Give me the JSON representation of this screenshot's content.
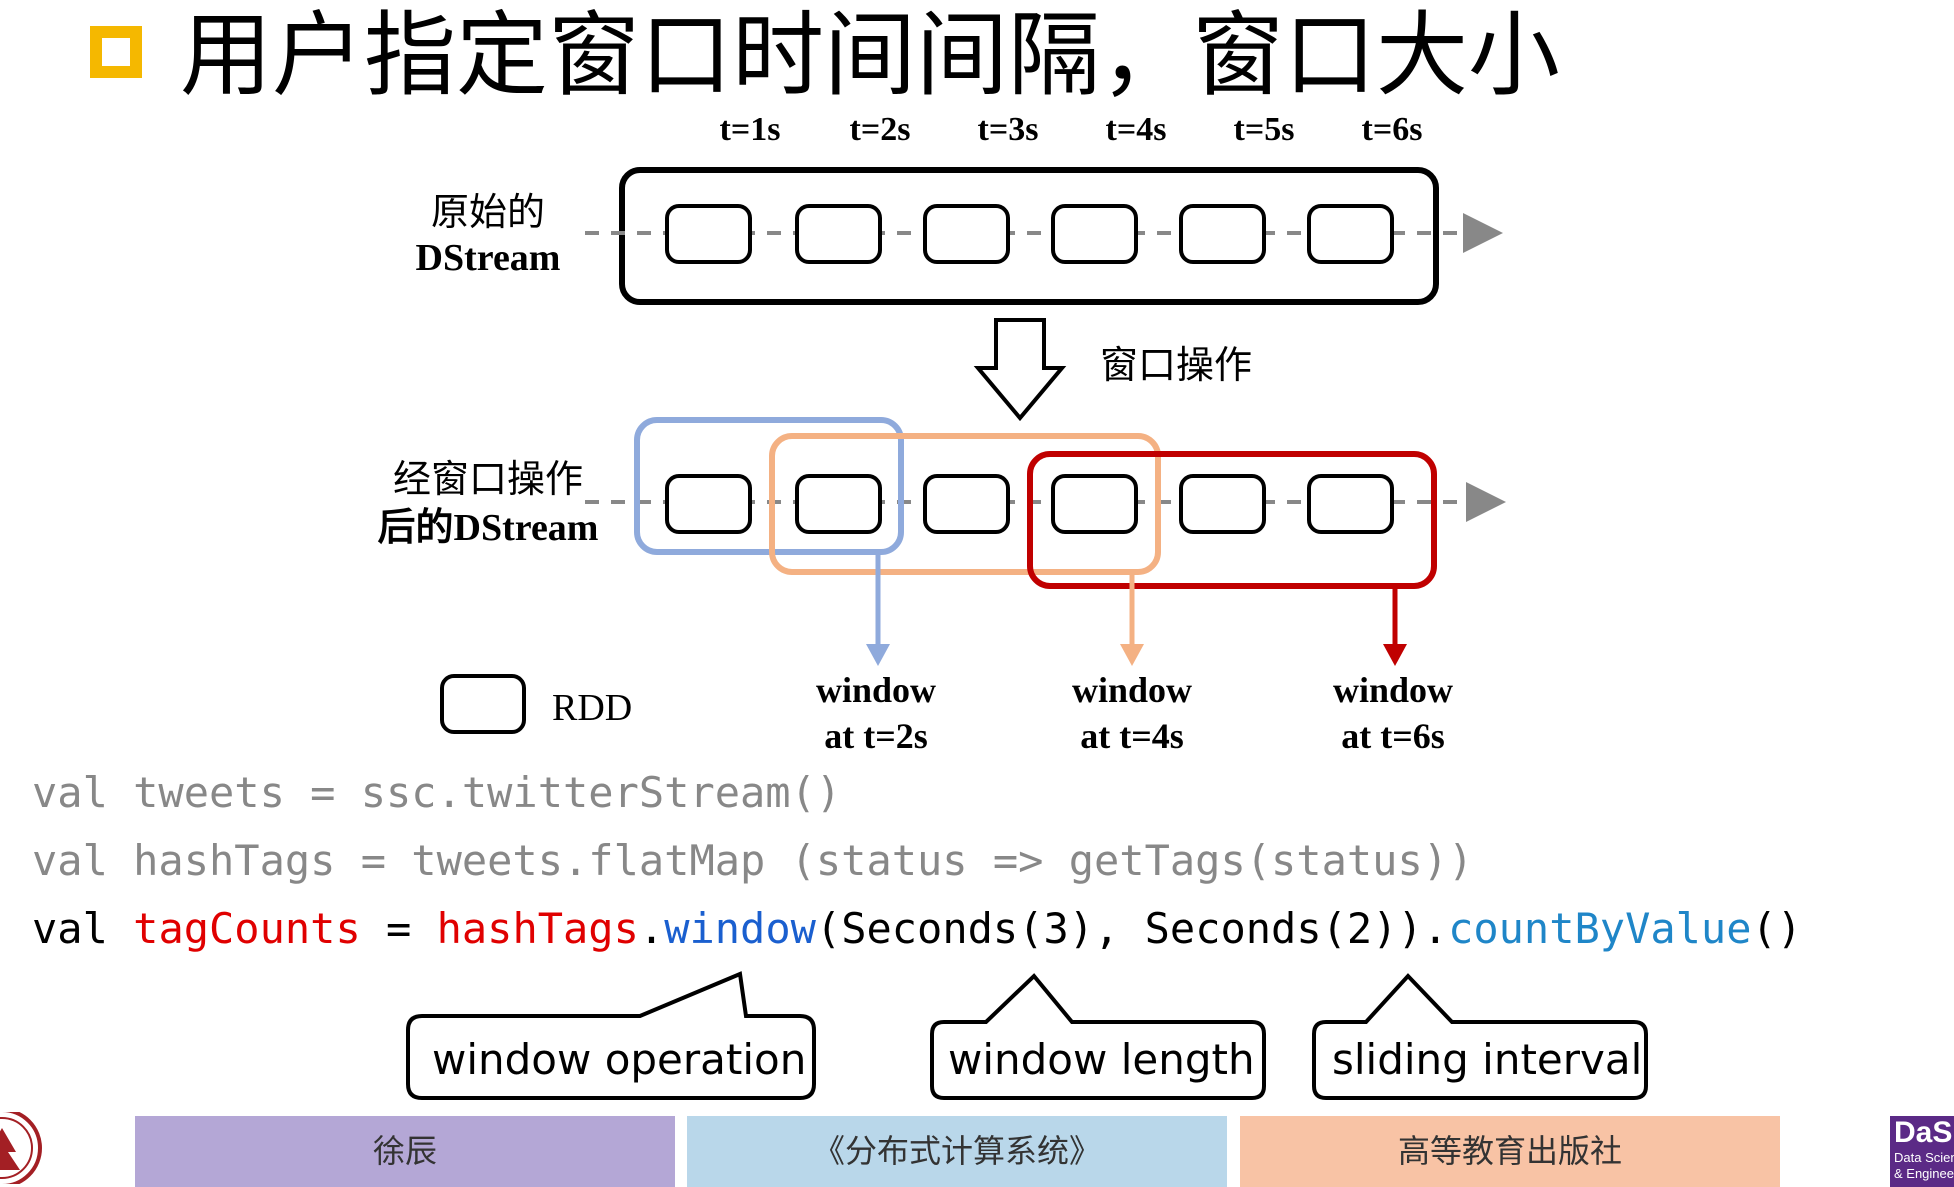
{
  "title": "用户指定窗口时间间隔，窗口大小",
  "diagram": {
    "time_labels": [
      "t=1s",
      "t=2s",
      "t=3s",
      "t=4s",
      "t=5s",
      "t=6s"
    ],
    "original_label_line1": "原始的",
    "original_label_line2": "DStream",
    "operation_label": "窗口操作",
    "windowed_label_line1": "经窗口操作",
    "windowed_label_line2": "后的DStream",
    "legend_label": "RDD",
    "windows": [
      {
        "line1": "window",
        "line2": "at t=2s",
        "color": "#8faadc"
      },
      {
        "line1": "window",
        "line2": "at t=4s",
        "color": "#f4b183"
      },
      {
        "line1": "window",
        "line2": "at t=6s",
        "color": "#c00000"
      }
    ]
  },
  "code": {
    "line1": "val tweets = ssc.twitterStream()",
    "line2": "val hashTags = tweets.flatMap (status => getTags(status))",
    "line3": {
      "p1": "val ",
      "p2": "tagCounts",
      "p3": " = ",
      "p4": "hashTags",
      "p5": ".",
      "p6": "window",
      "p7": "(Seconds(3), Seconds(2)).",
      "p8": "countByValue",
      "p9": "()"
    }
  },
  "callouts": [
    "window operation",
    "window length",
    "sliding interval"
  ],
  "footer": {
    "author": "徐辰",
    "book": "《分布式计算系统》",
    "publisher": "高等教育出版社",
    "colors": {
      "author": "#b4a7d6",
      "book": "#b9d7ea",
      "publisher": "#f8c3a5"
    },
    "right_logo_text": "DaSE",
    "right_logo_sub1": "Data Science",
    "right_logo_sub2": "& Engineering"
  },
  "accent": "#f5b800"
}
